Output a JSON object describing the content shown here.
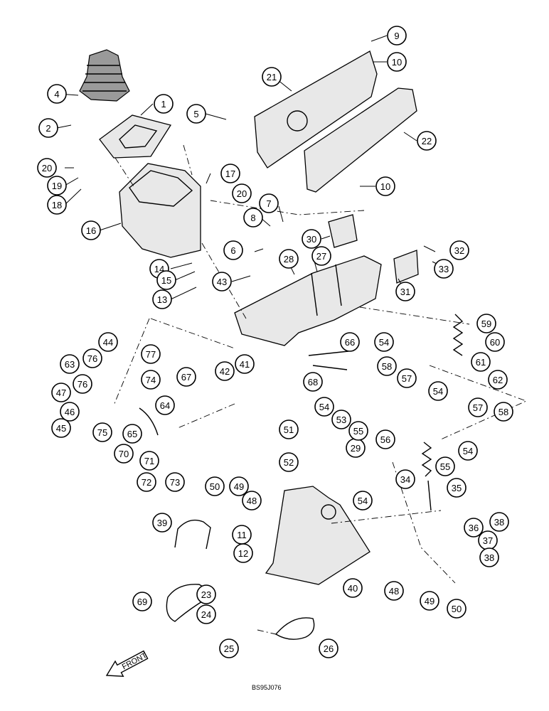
{
  "drawing_code": "BS95J076",
  "front_label": "FRONT",
  "callouts": [
    {
      "id": "c1",
      "label": "1"
    },
    {
      "id": "c2",
      "label": "2"
    },
    {
      "id": "c4",
      "label": "4"
    },
    {
      "id": "c5",
      "label": "5"
    },
    {
      "id": "c6",
      "label": "6"
    },
    {
      "id": "c7",
      "label": "7"
    },
    {
      "id": "c8",
      "label": "8"
    },
    {
      "id": "c9",
      "label": "9"
    },
    {
      "id": "c10a",
      "label": "10"
    },
    {
      "id": "c10b",
      "label": "10"
    },
    {
      "id": "c11",
      "label": "11"
    },
    {
      "id": "c12",
      "label": "12"
    },
    {
      "id": "c13",
      "label": "13"
    },
    {
      "id": "c14",
      "label": "14"
    },
    {
      "id": "c15",
      "label": "15"
    },
    {
      "id": "c16",
      "label": "16"
    },
    {
      "id": "c17",
      "label": "17"
    },
    {
      "id": "c18",
      "label": "18"
    },
    {
      "id": "c19",
      "label": "19"
    },
    {
      "id": "c20a",
      "label": "20"
    },
    {
      "id": "c20b",
      "label": "20"
    },
    {
      "id": "c21",
      "label": "21"
    },
    {
      "id": "c22",
      "label": "22"
    },
    {
      "id": "c23",
      "label": "23"
    },
    {
      "id": "c24",
      "label": "24"
    },
    {
      "id": "c25",
      "label": "25"
    },
    {
      "id": "c26",
      "label": "26"
    },
    {
      "id": "c27",
      "label": "27"
    },
    {
      "id": "c28",
      "label": "28"
    },
    {
      "id": "c29",
      "label": "29"
    },
    {
      "id": "c30",
      "label": "30"
    },
    {
      "id": "c31",
      "label": "31"
    },
    {
      "id": "c32",
      "label": "32"
    },
    {
      "id": "c33",
      "label": "33"
    },
    {
      "id": "c34",
      "label": "34"
    },
    {
      "id": "c35",
      "label": "35"
    },
    {
      "id": "c36",
      "label": "36"
    },
    {
      "id": "c37",
      "label": "37"
    },
    {
      "id": "c38a",
      "label": "38"
    },
    {
      "id": "c38b",
      "label": "38"
    },
    {
      "id": "c39",
      "label": "39"
    },
    {
      "id": "c40",
      "label": "40"
    },
    {
      "id": "c41",
      "label": "41"
    },
    {
      "id": "c42",
      "label": "42"
    },
    {
      "id": "c43",
      "label": "43"
    },
    {
      "id": "c44",
      "label": "44"
    },
    {
      "id": "c45",
      "label": "45"
    },
    {
      "id": "c46",
      "label": "46"
    },
    {
      "id": "c47",
      "label": "47"
    },
    {
      "id": "c48a",
      "label": "48"
    },
    {
      "id": "c48b",
      "label": "48"
    },
    {
      "id": "c49a",
      "label": "49"
    },
    {
      "id": "c49b",
      "label": "49"
    },
    {
      "id": "c50a",
      "label": "50"
    },
    {
      "id": "c50b",
      "label": "50"
    },
    {
      "id": "c51",
      "label": "51"
    },
    {
      "id": "c52",
      "label": "52"
    },
    {
      "id": "c53",
      "label": "53"
    },
    {
      "id": "c54a",
      "label": "54"
    },
    {
      "id": "c54b",
      "label": "54"
    },
    {
      "id": "c54c",
      "label": "54"
    },
    {
      "id": "c54d",
      "label": "54"
    },
    {
      "id": "c54e",
      "label": "54"
    },
    {
      "id": "c55a",
      "label": "55"
    },
    {
      "id": "c55b",
      "label": "55"
    },
    {
      "id": "c56",
      "label": "56"
    },
    {
      "id": "c57a",
      "label": "57"
    },
    {
      "id": "c57b",
      "label": "57"
    },
    {
      "id": "c58a",
      "label": "58"
    },
    {
      "id": "c58b",
      "label": "58"
    },
    {
      "id": "c59",
      "label": "59"
    },
    {
      "id": "c60",
      "label": "60"
    },
    {
      "id": "c61",
      "label": "61"
    },
    {
      "id": "c62",
      "label": "62"
    },
    {
      "id": "c63",
      "label": "63"
    },
    {
      "id": "c64",
      "label": "64"
    },
    {
      "id": "c65",
      "label": "65"
    },
    {
      "id": "c66",
      "label": "66"
    },
    {
      "id": "c67",
      "label": "67"
    },
    {
      "id": "c68",
      "label": "68"
    },
    {
      "id": "c69",
      "label": "69"
    },
    {
      "id": "c70",
      "label": "70"
    },
    {
      "id": "c71",
      "label": "71"
    },
    {
      "id": "c72",
      "label": "72"
    },
    {
      "id": "c73",
      "label": "73"
    },
    {
      "id": "c74",
      "label": "74"
    },
    {
      "id": "c75",
      "label": "75"
    },
    {
      "id": "c76a",
      "label": "76"
    },
    {
      "id": "c76b",
      "label": "76"
    },
    {
      "id": "c77",
      "label": "77"
    }
  ]
}
